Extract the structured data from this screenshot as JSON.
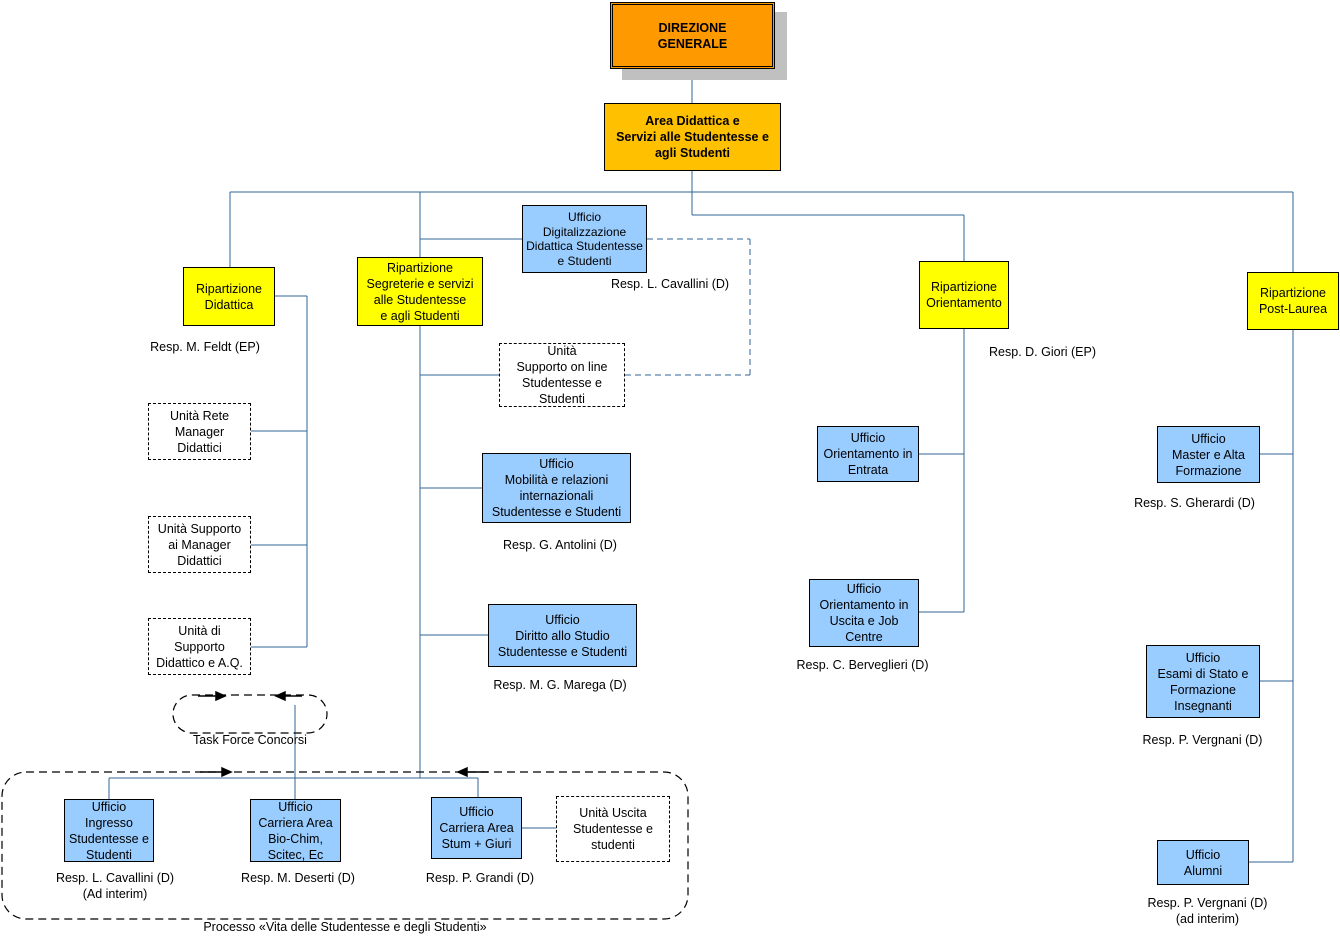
{
  "top": {
    "title": "DIREZIONE\nGENERALE"
  },
  "area": {
    "title": "Area Didattica e\nServizi alle Studentesse e\nagli Studenti"
  },
  "digitalizzazione": {
    "title": "Ufficio\nDigitalizzazione\nDidattica Studentesse\ne Studenti",
    "resp": "Resp. L. Cavallini (D)"
  },
  "rip_didattica": {
    "title": "Ripartizione\nDidattica",
    "resp": "Resp. M.  Feldt (EP)"
  },
  "rip_segreterie": {
    "title": "Ripartizione\nSegreterie e servizi\nalle Studentesse\ne agli Studenti"
  },
  "rip_orientamento": {
    "title": "Ripartizione\nOrientamento",
    "resp": "Resp. D. Giori (EP)"
  },
  "rip_postlaurea": {
    "title": "Ripartizione\nPost-Laurea"
  },
  "unita_rete": {
    "title": "Unità Rete\nManager\nDidattici"
  },
  "unita_supporto_manager": {
    "title": "Unità Supporto\nai Manager\nDidattici"
  },
  "unita_supporto_aq": {
    "title": "Unità di\nSupporto\nDidattico e A.Q."
  },
  "task_force": {
    "label": "Task Force Concorsi"
  },
  "unita_online": {
    "title": "Unità\nSupporto on line\nStudentesse e\nStudenti"
  },
  "mobilita": {
    "title": "Ufficio\nMobilità e relazioni\ninternazionali\nStudentesse e Studenti",
    "resp": "Resp. G. Antolini (D)"
  },
  "diritto_studio": {
    "title": "Ufficio\nDiritto allo Studio\nStudentesse e Studenti",
    "resp": "Resp. M. G. Marega (D)"
  },
  "or_entrata": {
    "title": "Ufficio\nOrientamento in\nEntrata"
  },
  "or_uscita": {
    "title": "Ufficio\nOrientamento in\nUscita e Job\nCentre",
    "resp": "Resp. C. Berveglieri (D)"
  },
  "master": {
    "title": "Ufficio\nMaster e Alta\nFormazione",
    "resp": "Resp. S. Gherardi (D)"
  },
  "esami_stato": {
    "title": "Ufficio\nEsami di Stato e\nFormazione\nInsegnanti",
    "resp": "Resp. P. Vergnani (D)"
  },
  "alumni": {
    "title": "Ufficio\nAlumni",
    "resp": "Resp. P. Vergnani (D)\n(ad interim)"
  },
  "ingresso": {
    "title": "Ufficio\nIngresso\nStudentesse e\nStudenti",
    "resp": "Resp. L. Cavallini (D)\n(Ad interim)"
  },
  "carriera_bio": {
    "title": "Ufficio\nCarriera Area\nBio-Chim,\nScitec, Ec",
    "resp": "Resp. M. Deserti (D)"
  },
  "carriera_stum": {
    "title": "Ufficio\nCarriera Area\nStum + Giuri",
    "resp": "Resp. P. Grandi (D)"
  },
  "unita_uscita": {
    "title": "Unità Uscita\nStudentesse e\nstudenti"
  },
  "processo": {
    "label": "Processo «Vita delle Studentesse e degli Studenti»"
  }
}
